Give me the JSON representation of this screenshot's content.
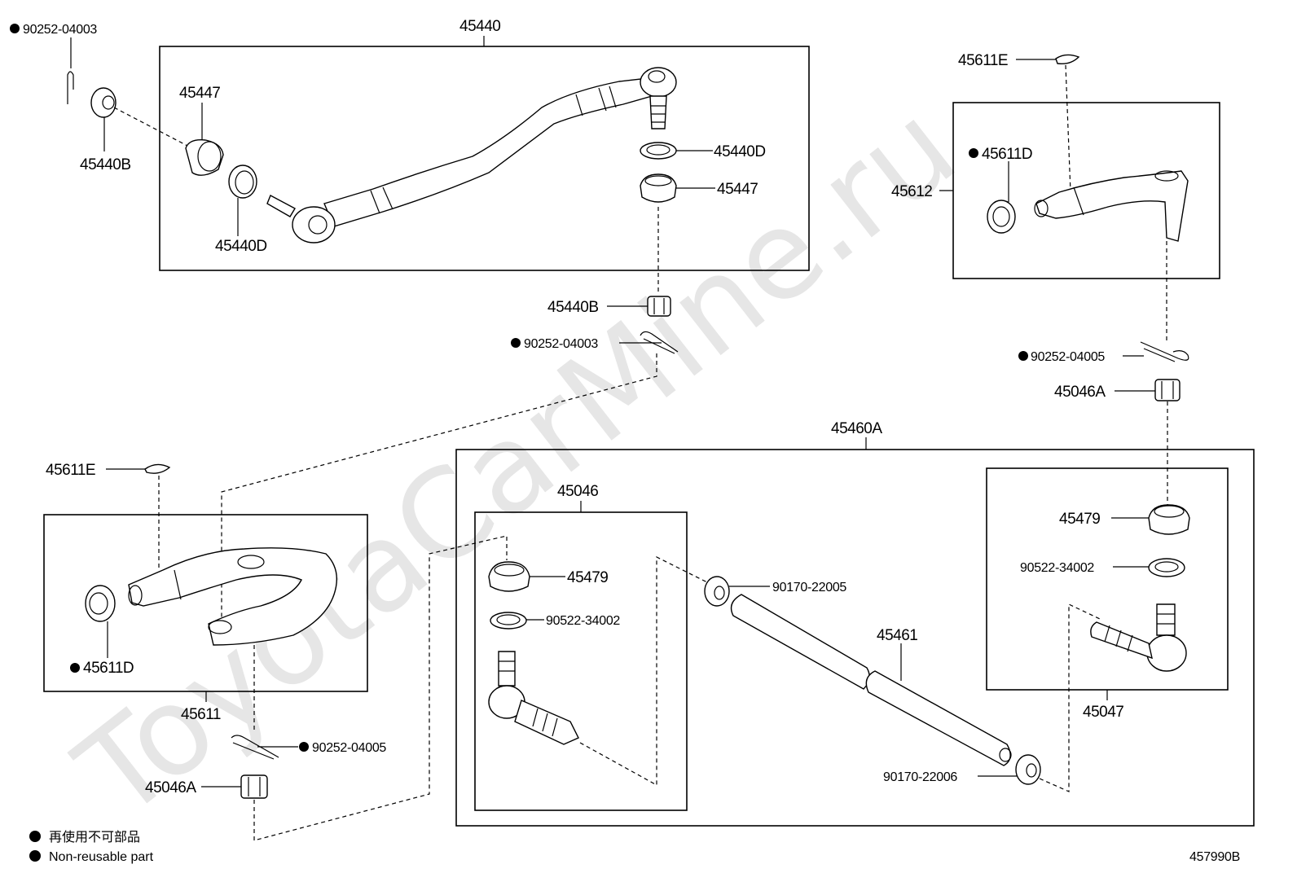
{
  "watermark": "ToyotaCarMine.ru",
  "figure_id": "457990B",
  "legend": {
    "line1": "再使用不可部品",
    "line2": "Non-reusable part"
  },
  "labels": {
    "l45440": "45440",
    "l45447a": "45447",
    "l45440Ba": "45440B",
    "l45440Da": "45440D",
    "l45440Db": "45440D",
    "l45447b": "45447",
    "l45440Bb": "45440B",
    "lpin1": "90252-04003",
    "lpin2": "90252-04003",
    "l45611Ea": "45611E",
    "l45611Da": "45611D",
    "l45612": "45612",
    "lpin3": "90252-04005",
    "l45046Aa": "45046A",
    "l45460A": "45460A",
    "l45611Eb": "45611E",
    "l45611Db": "45611D",
    "l45611": "45611",
    "lpin4": "90252-04005",
    "l45046Ab": "45046A",
    "l45046": "45046",
    "l45479a": "45479",
    "l90522a": "90522-34002",
    "l90170a": "90170-22005",
    "l45461": "45461",
    "l90170b": "90170-22006",
    "l45479b": "45479",
    "l90522b": "90522-34002",
    "l45047": "45047"
  }
}
